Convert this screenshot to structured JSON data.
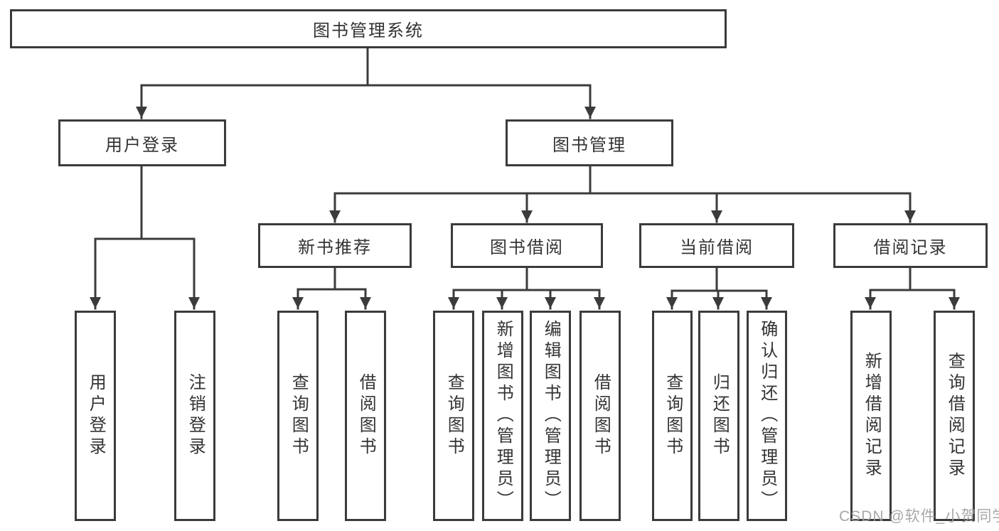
{
  "diagram": {
    "root": "图书管理系统",
    "user_login": {
      "label": "用户登录",
      "children": [
        "用户登录",
        "注销登录"
      ]
    },
    "book_management": {
      "label": "图书管理",
      "sections": {
        "new_books": {
          "label": "新书推荐",
          "children": [
            "查询图书",
            "借阅图书"
          ]
        },
        "book_borrowing": {
          "label": "图书借阅",
          "children": [
            "查询图书",
            "新增图书（管理员）",
            "编辑图书（管理员）",
            "借阅图书"
          ]
        },
        "current_borrowing": {
          "label": "当前借阅",
          "children": [
            "查询图书",
            "归还图书",
            "确认归还（管理员）"
          ]
        },
        "borrowing_records": {
          "label": "借阅记录",
          "children": [
            "新增借阅记录",
            "查询借阅记录"
          ]
        }
      }
    },
    "line_color": "#3b3b3b",
    "watermark": "CSDN @软件_小贺同学"
  }
}
